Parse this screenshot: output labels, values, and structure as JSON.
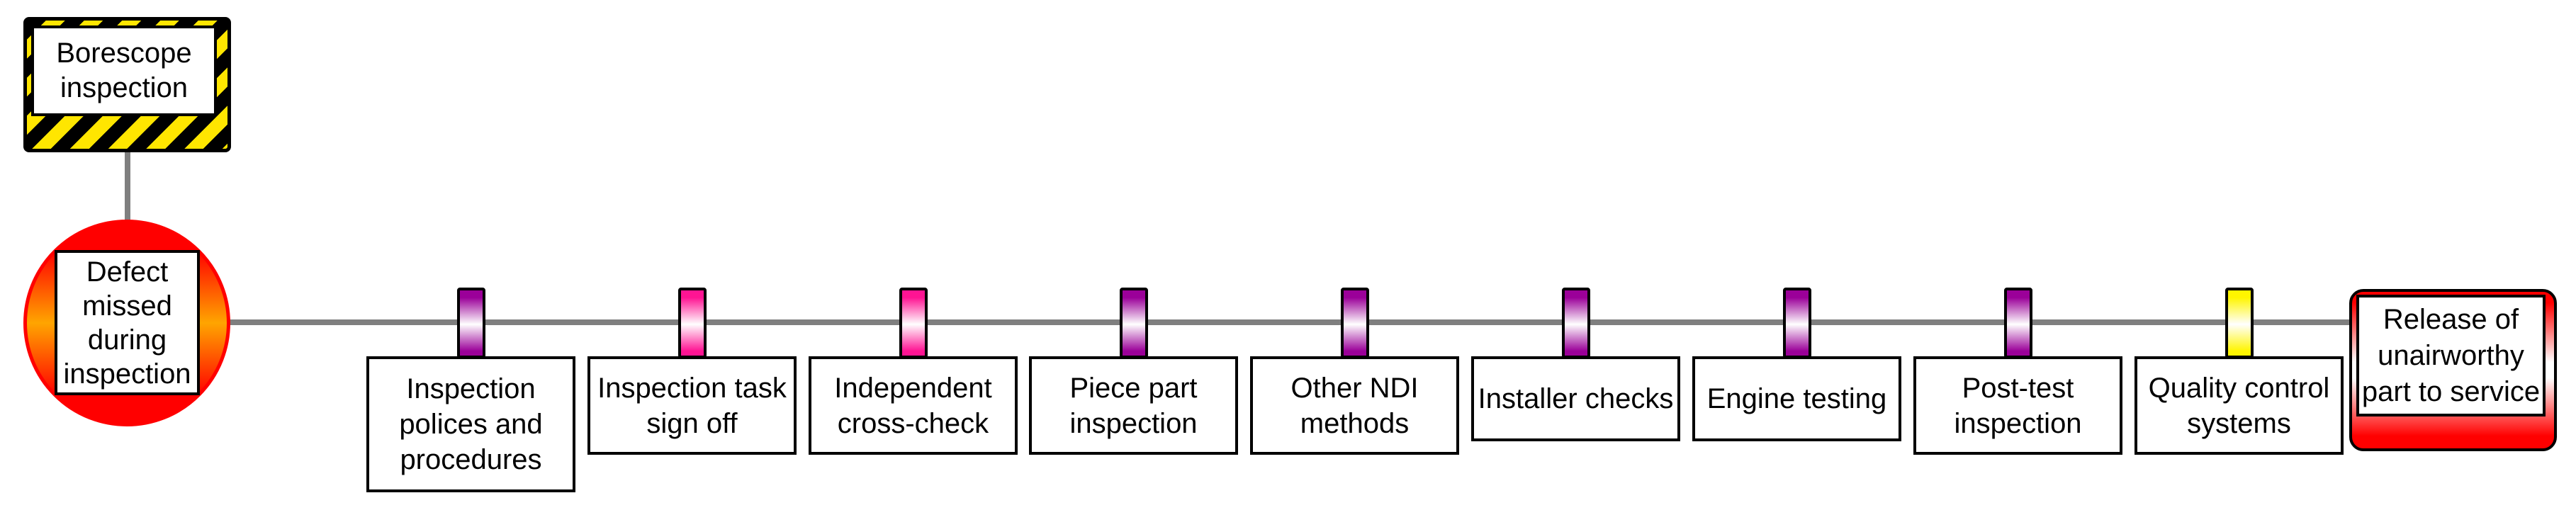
{
  "diagram": {
    "title_implicit": "barrier model",
    "hazard": {
      "label": "Borescope inspection"
    },
    "top_event": {
      "label": "Defect missed during inspection"
    },
    "consequence": {
      "label": "Release of unairworthy part to service"
    },
    "barriers": [
      {
        "label": "Inspection polices and procedures",
        "color_key": "purple"
      },
      {
        "label": "Inspection task sign off",
        "color_key": "pink"
      },
      {
        "label": "Independent cross-check",
        "color_key": "pink"
      },
      {
        "label": "Piece part inspection",
        "color_key": "purple"
      },
      {
        "label": "Other NDI methods",
        "color_key": "purple"
      },
      {
        "label": "Installer checks",
        "color_key": "purple"
      },
      {
        "label": "Engine testing",
        "color_key": "purple"
      },
      {
        "label": "Post-test inspection",
        "color_key": "purple"
      },
      {
        "label": "Quality control systems",
        "color_key": "yellow"
      }
    ],
    "colors": {
      "purple": "#9B0099",
      "pink": "#FF1493",
      "yellow": "#FFF500",
      "alert_red": "#FF0000",
      "hazard_yellow": "#FFE600",
      "line_gray": "#7F7F7F",
      "orange_core": "#FFA500"
    }
  }
}
